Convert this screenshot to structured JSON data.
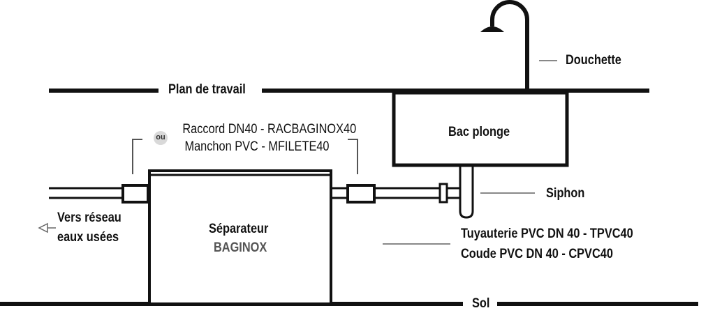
{
  "labels": {
    "plan_de_travail": "Plan de travail",
    "douchette": "Douchette",
    "bac_plonge": "Bac plonge",
    "raccord": "Raccord DN40 - RACBAGINOX40",
    "manchon": "Manchon PVC - MFILETE40",
    "ou": "ou",
    "siphon": "Siphon",
    "vers_reseau_line1": "Vers réseau",
    "vers_reseau_line2": "eaux usées",
    "separateur": "Séparateur",
    "baginox": "BAGINOX",
    "tuyauterie": "Tuyauterie PVC DN 40 - TPVC40",
    "coude": "Coude PVC DN 40 - CPVC40",
    "sol": "Sol"
  },
  "colors": {
    "line": "#111111",
    "muted_text": "#555555",
    "leader": "#888888",
    "badge": "#d9d9d9"
  }
}
